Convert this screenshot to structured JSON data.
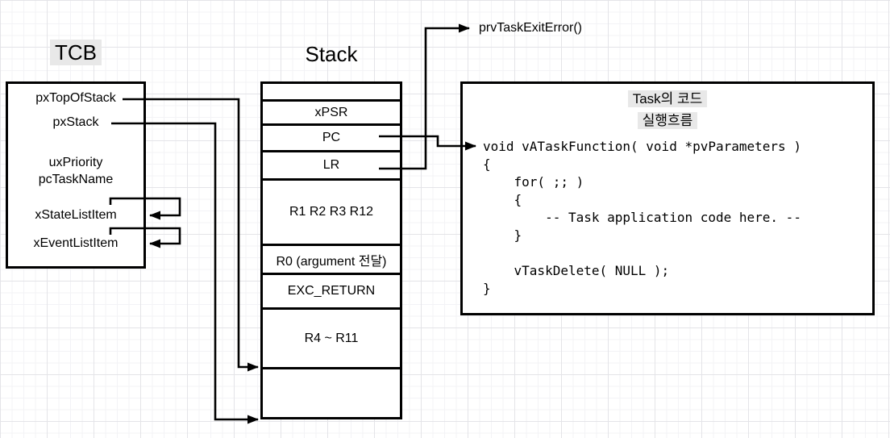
{
  "tcb": {
    "title": "TCB",
    "fields": [
      "pxTopOfStack",
      "pxStack",
      "uxPriority",
      "pcTaskName",
      "xStateListItem",
      "xEventListItem"
    ]
  },
  "stack": {
    "title": "Stack",
    "rows": [
      {
        "label": ""
      },
      {
        "label": "xPSR"
      },
      {
        "label": "PC"
      },
      {
        "label": "LR"
      },
      {
        "label": "R1 R2 R3 R12"
      },
      {
        "label": "R0 (argument 전달)"
      },
      {
        "label": "EXC_RETURN"
      },
      {
        "label": "R4 ~ R11"
      },
      {
        "label": ""
      }
    ]
  },
  "callout": {
    "exit_function": "prvTaskExitError()"
  },
  "task_box": {
    "title_line1": "Task의 코드",
    "title_line2": "실행흐름",
    "code": "void vATaskFunction( void *pvParameters )\n{\n    for( ;; )\n    {\n        -- Task application code here. --\n    }\n\n    vTaskDelete( NULL );\n}"
  },
  "colors": {
    "stroke": "#000000",
    "highlight_bg": "#e8e8e8",
    "grid_minor": "#f3f3f6",
    "grid_major": "#e4e4e8"
  }
}
